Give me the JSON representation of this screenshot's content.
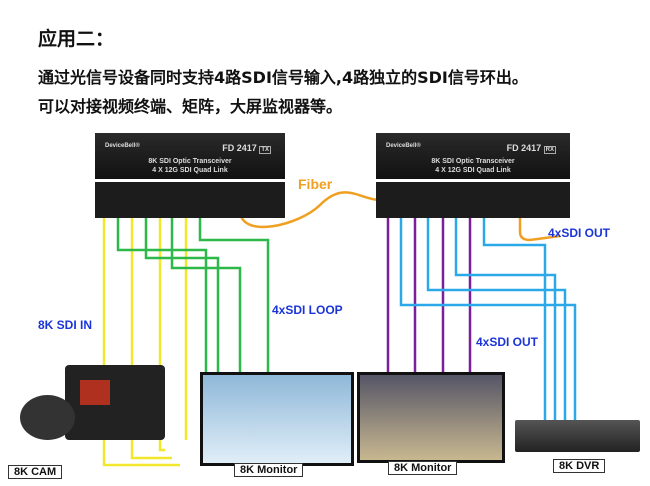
{
  "heading": "应用二：",
  "line1": "通过光信号设备同时支持4路SDI信号输入,4路独立的SDI信号环出。",
  "line2": "可以对接视频终端、矩阵，大屏监视器等。",
  "devices": [
    {
      "brand": "DeviceBell®",
      "model": "FD 2417",
      "badge": "TX",
      "desc1": "8K SDI Optic Transceiver",
      "desc2": "4 X 12G SDI Quad Link"
    },
    {
      "brand": "DeviceBell®",
      "model": "FD 2417",
      "badge": "RX",
      "desc1": "8K SDI Optic Transceiver",
      "desc2": "4 X 12G SDI Quad Link"
    }
  ],
  "labels": {
    "fiber": "Fiber",
    "sdi_in": "8K SDI IN",
    "loop": "4xSDI LOOP",
    "out1": "4xSDI OUT",
    "out2": "4xSDI OUT"
  },
  "captions": {
    "cam": "8K CAM",
    "monitor1": "8K Monitor",
    "monitor2": "8K Monitor",
    "dvr": "8K DVR"
  },
  "colors": {
    "yellow": "#f2e72a",
    "green": "#2db84a",
    "purple": "#7a1f9a",
    "blue": "#2aa8e8",
    "fiber": "#f0a020",
    "label": "#1a34d8"
  }
}
